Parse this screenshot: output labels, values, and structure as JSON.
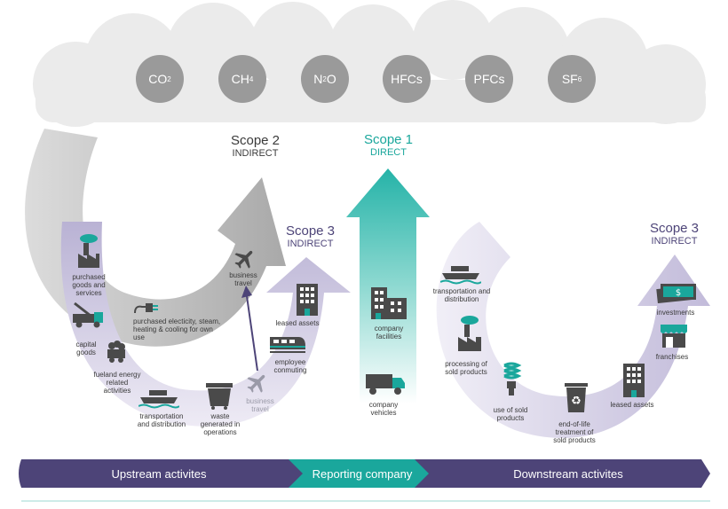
{
  "gases": [
    {
      "main": "CO",
      "sub": "2"
    },
    {
      "main": "CH",
      "sub": "4"
    },
    {
      "main": "N",
      "sub": "2",
      "tail": "O"
    },
    {
      "main": "HFCs"
    },
    {
      "main": "PFCs"
    },
    {
      "main": "SF",
      "sub": "6"
    }
  ],
  "scopes": {
    "scope2": {
      "title": "Scope 2",
      "subtitle": "INDIRECT"
    },
    "scope1": {
      "title": "Scope 1",
      "subtitle": "DIRECT"
    },
    "scope3_up": {
      "title": "Scope 3",
      "subtitle": "INDIRECT"
    },
    "scope3_down": {
      "title": "Scope 3",
      "subtitle": "INDIRECT"
    }
  },
  "labels": {
    "purchased_goods": "purchased goods and services",
    "capital_goods": "capital goods",
    "fuel_energy": "fueland energy related activities",
    "transport_up": "transportation and distribution",
    "waste": "waste generated in operations",
    "business_travel_low": "business travel",
    "business_travel_high": "business travel",
    "electricity": "purchased electicity, steam, heating & cooling for own use",
    "employee_commuting": "employee conmuting",
    "leased_assets_up": "leased assets",
    "company_facilities": "company facilities",
    "company_vehicles": "company vehicles",
    "transport_down": "transportation and distribution",
    "processing": "processing of sold products",
    "use_of_products": "use of sold products",
    "end_of_life": "end-of-life treatment of sold products",
    "leased_assets_down": "leased assets",
    "franchises": "franchises",
    "investments": "investments"
  },
  "bands": {
    "upstream": "Upstream activites",
    "reporting": "Reporting company",
    "downstream": "Downstream activites"
  },
  "colors": {
    "gray_arrow": "#b7b7b7",
    "teal": "#1aa79c",
    "purple": "#4d4478",
    "lavender": "#c9c3dd",
    "icon": "#4a4a4a",
    "cloud": "#e9e9e9"
  }
}
